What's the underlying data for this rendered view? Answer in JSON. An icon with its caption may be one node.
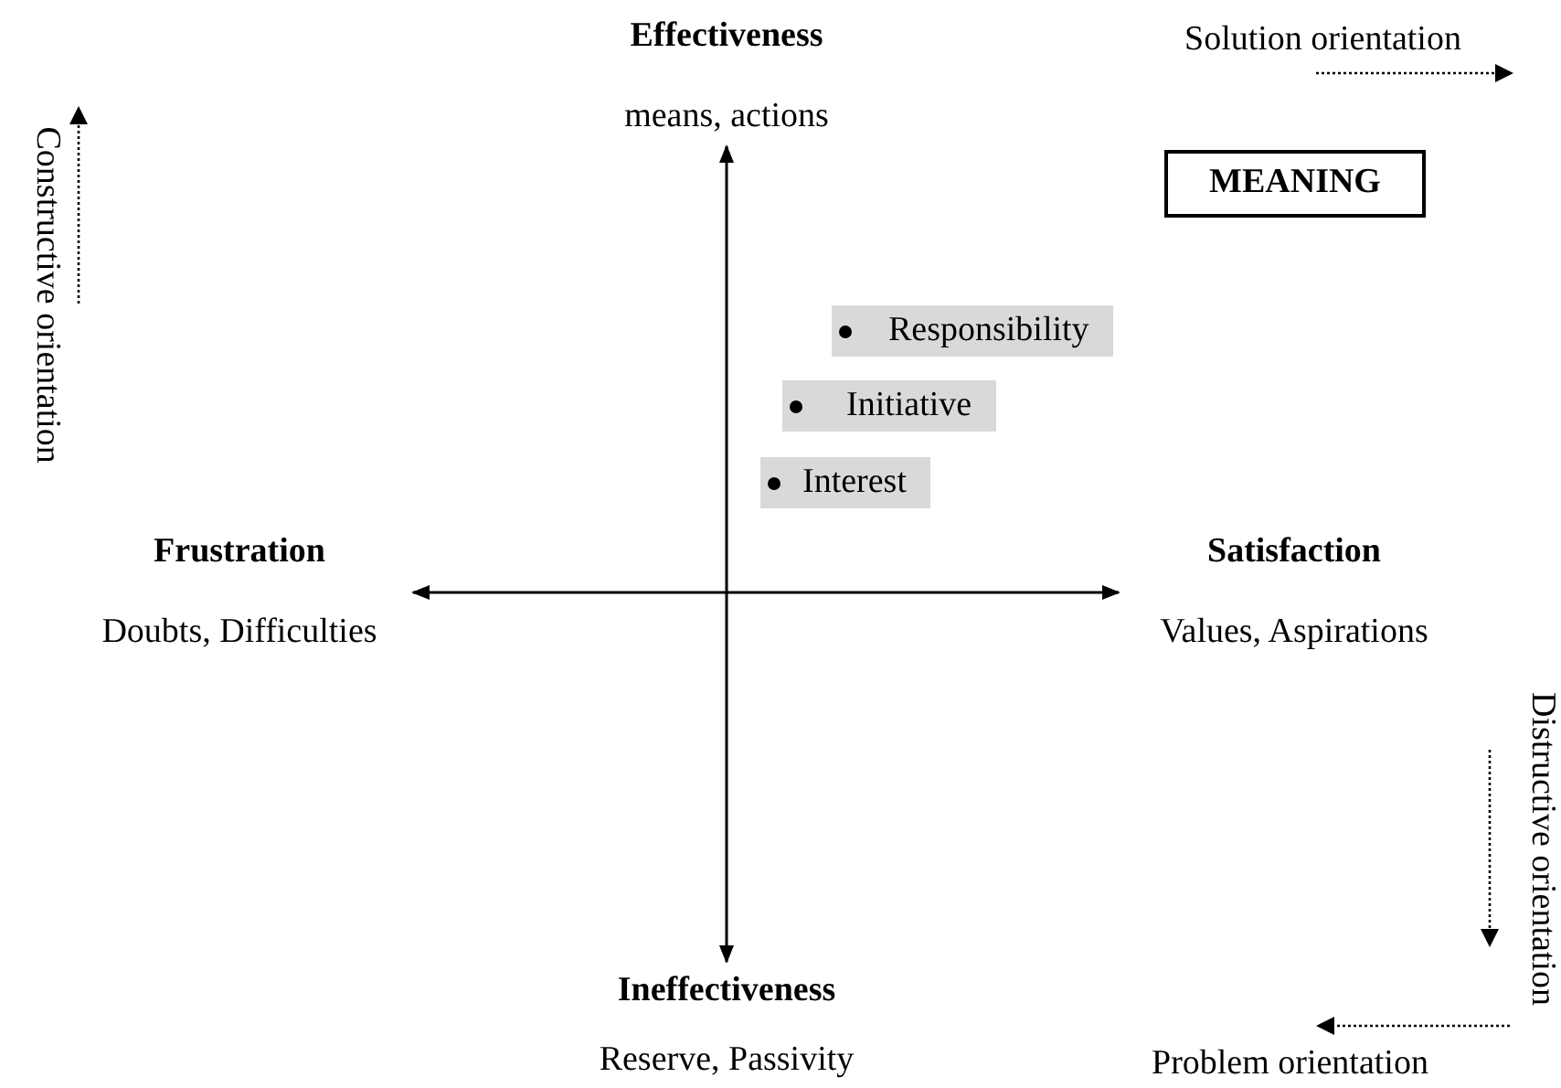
{
  "diagram": {
    "nodes": [
      {
        "text": [
          "Effectiveness",
          "means, actions"
        ]
      },
      {
        "text": [
          "MEANING"
        ]
      },
      {
        "text": [
          "Responsibility"
        ]
      },
      {
        "text": [
          "Initiative"
        ]
      },
      {
        "text": [
          "Interest"
        ]
      },
      {
        "text": [
          "Frustration",
          "Doubts, Difficulties"
        ]
      },
      {
        "text": [
          "Satisfaction",
          "Values, Aspirations"
        ]
      },
      {
        "text": [
          "Ineffectiveness",
          "Reserve, Passivity"
        ]
      }
    ],
    "edges": [
      {
        "from": 0,
        "to": 7,
        "arrow": "both"
      },
      {
        "from": 5,
        "to": 6,
        "arrow": "both"
      }
    ],
    "labels": [
      "Solution orientation",
      "Constructive orientation",
      "Distructive orientation",
      "Problem orientation"
    ]
  }
}
